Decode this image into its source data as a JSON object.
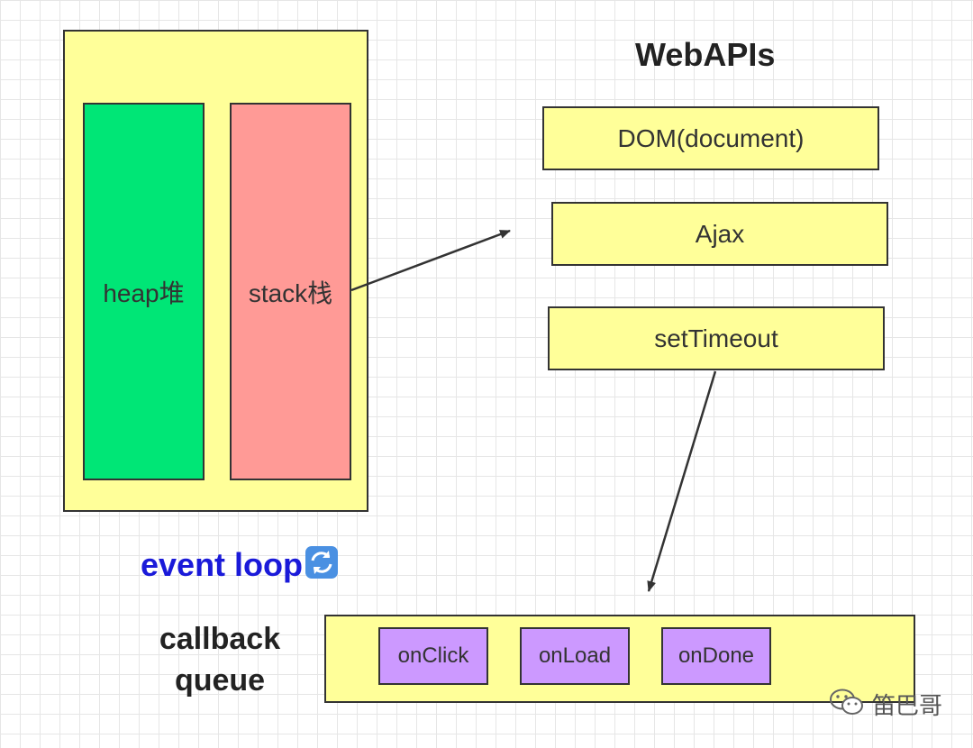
{
  "engine": {
    "heap_label": "heap堆",
    "stack_label": "stack栈"
  },
  "webapis": {
    "title": "WebAPIs",
    "items": [
      {
        "label": "DOM(document)"
      },
      {
        "label": "Ajax"
      },
      {
        "label": "setTimeout"
      }
    ]
  },
  "event_loop": {
    "label": "event loop",
    "icon": "cycle-arrows-icon"
  },
  "callback_queue": {
    "title_line1": "callback",
    "title_line2": "queue",
    "items": [
      {
        "label": "onClick"
      },
      {
        "label": "onLoad"
      },
      {
        "label": "onDone"
      }
    ]
  },
  "watermark": {
    "text": "笛巴哥",
    "icon": "wechat-icon"
  },
  "colors": {
    "container": "#ffff99",
    "heap": "#00e676",
    "stack": "#ff9a96",
    "callback": "#cc99ff",
    "event_loop_text": "#1a1ad9",
    "border": "#333333"
  }
}
